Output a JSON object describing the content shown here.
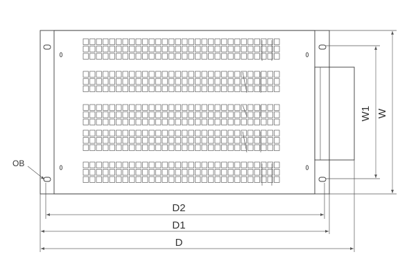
{
  "labels": {
    "ob": "OB",
    "d2": "D2",
    "d1": "D1",
    "d": "D",
    "w1": "W1",
    "w": "W"
  },
  "colors": {
    "line": "#3a3a3a",
    "background": "#ffffff"
  },
  "grid": {
    "bands": 5,
    "rows_per_band": 3,
    "columns": 30
  }
}
